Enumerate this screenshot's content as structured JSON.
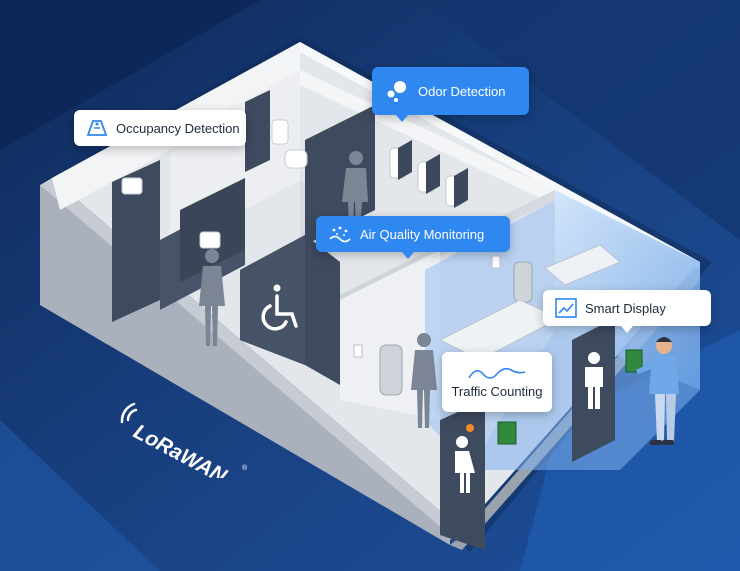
{
  "callouts": {
    "occupancy": {
      "label": "Occupancy Detection",
      "icon": "occupancy-sensor-icon"
    },
    "odor": {
      "label": "Odor Detection",
      "icon": "odor-bubbles-icon"
    },
    "air_quality": {
      "label": "Air Quality Monitoring",
      "icon": "air-particles-icon"
    },
    "smart_display": {
      "label": "Smart Display",
      "icon": "chart-trend-icon"
    },
    "traffic": {
      "label": "Traffic Counting",
      "icon": "wave-line-icon"
    }
  },
  "logo": {
    "text": "LoRaWAN",
    "mark": "®"
  },
  "colors": {
    "background_dark": "#102f63",
    "background_mid": "#1c4c93",
    "floor": "#e6e8ec",
    "wall_top": "#f4f5f7",
    "stall": "#3e4a5e",
    "glass": "#a9cdf5",
    "callout_blue": "#2f87f0",
    "callout_white": "#ffffff"
  }
}
